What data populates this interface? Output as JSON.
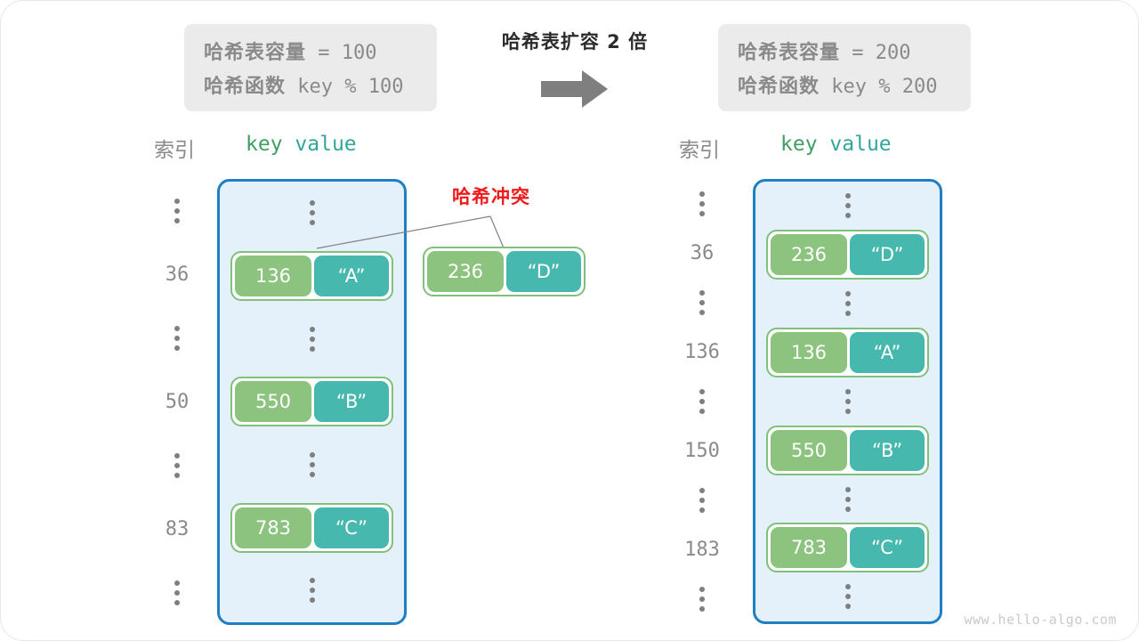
{
  "title": "哈希表扩容 2 倍",
  "colors": {
    "key_fill": "#8cc37e",
    "value_fill": "#47b8ad",
    "bucket_fill": "#e4f0fa",
    "bucket_border": "#1f7fc4",
    "collision_red": "#ef1b1b",
    "caption_bg": "#ebebeb",
    "arrow_gray": "#7f7f7f"
  },
  "caption_left": {
    "line1_label": "哈希表容量",
    "line1_value": " = 100",
    "line2_label": "哈希函数",
    "line2_value": " key % 100"
  },
  "caption_right": {
    "line1_label": "哈希表容量",
    "line1_value": " = 200",
    "line2_label": "哈希函数",
    "line2_value": " key % 200"
  },
  "headers": {
    "index": "索引",
    "key": "key",
    "value": "value",
    "key_value": "key value"
  },
  "left_table": {
    "indices": [
      "⋮",
      "36",
      "⋮",
      "50",
      "⋮",
      "83",
      "⋮"
    ],
    "rows": [
      {
        "type": "dots"
      },
      {
        "type": "pair",
        "key": "136",
        "value": "“A”"
      },
      {
        "type": "dots"
      },
      {
        "type": "pair",
        "key": "550",
        "value": "“B”"
      },
      {
        "type": "dots"
      },
      {
        "type": "pair",
        "key": "783",
        "value": "“C”"
      },
      {
        "type": "dots"
      }
    ]
  },
  "right_table": {
    "indices": [
      "⋮",
      "36",
      "⋮",
      "136",
      "⋮",
      "150",
      "⋮",
      "183",
      "⋮"
    ],
    "rows": [
      {
        "type": "dots"
      },
      {
        "type": "pair",
        "key": "236",
        "value": "“D”"
      },
      {
        "type": "dots"
      },
      {
        "type": "pair",
        "key": "136",
        "value": "“A”"
      },
      {
        "type": "dots"
      },
      {
        "type": "pair",
        "key": "550",
        "value": "“B”"
      },
      {
        "type": "dots"
      },
      {
        "type": "pair",
        "key": "783",
        "value": "“C”"
      },
      {
        "type": "dots"
      }
    ]
  },
  "floating_pair": {
    "key": "236",
    "value": "“D”"
  },
  "collision_label": "哈希冲突",
  "watermark": "www.hello-algo.com",
  "icons": {
    "arrow": "right-arrow-icon",
    "dots": "vertical-ellipsis-icon"
  }
}
